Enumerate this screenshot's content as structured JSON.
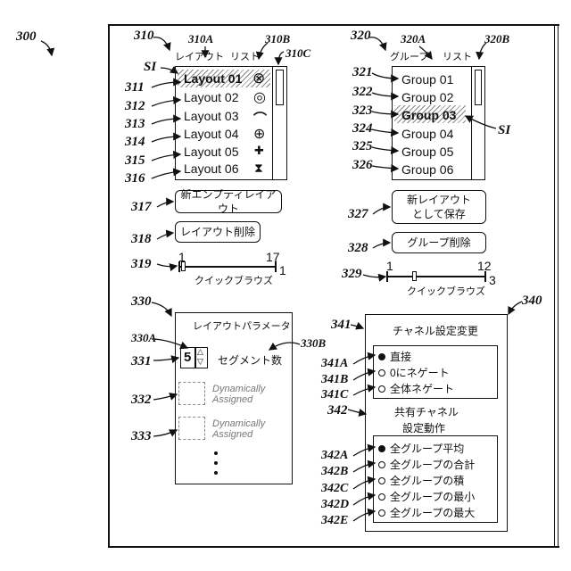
{
  "figure_ref": "300",
  "panel_310": {
    "ref": "310",
    "ref_a": "310A",
    "ref_b": "310B",
    "ref_c": "310C",
    "header_a": "レイアウト",
    "header_b": "リスト",
    "si": "SI",
    "items": [
      {
        "ref": "311",
        "label": "Layout 01",
        "icon": "circle-x-icon",
        "glyph": "⊗",
        "selected": true
      },
      {
        "ref": "312",
        "label": "Layout 02",
        "icon": "double-circle-icon",
        "glyph": "◎",
        "selected": false
      },
      {
        "ref": "313",
        "label": "Layout 03",
        "icon": "arc-icon",
        "glyph": "⌒",
        "selected": false
      },
      {
        "ref": "314",
        "label": "Layout 04",
        "icon": "circle-plus-icon",
        "glyph": "⊕",
        "selected": false
      },
      {
        "ref": "315",
        "label": "Layout 05",
        "icon": "cross-icon",
        "glyph": "✚",
        "selected": false
      },
      {
        "ref": "316",
        "label": "Layout 06",
        "icon": "hourglass-icon",
        "glyph": "⧗",
        "selected": false
      }
    ],
    "btn_317": {
      "ref": "317",
      "label": "新エンプティレイアウト"
    },
    "btn_318": {
      "ref": "318",
      "label": "レイアウト削除"
    },
    "browse": {
      "ref": "319",
      "min": "1",
      "max": "17",
      "current": "1",
      "label": "クイックブラウズ"
    }
  },
  "panel_320": {
    "ref": "320",
    "ref_a": "320A",
    "ref_b": "320B",
    "header_a": "グループ",
    "header_b": "リスト",
    "si": "SI",
    "items": [
      {
        "ref": "321",
        "label": "Group 01",
        "selected": false
      },
      {
        "ref": "322",
        "label": "Group 02",
        "selected": false
      },
      {
        "ref": "323",
        "label": "Group 03",
        "selected": true
      },
      {
        "ref": "324",
        "label": "Group 04",
        "selected": false
      },
      {
        "ref": "325",
        "label": "Group 05",
        "selected": false
      },
      {
        "ref": "326",
        "label": "Group 06",
        "selected": false
      }
    ],
    "btn_327": {
      "ref": "327",
      "label_line1": "新レイアウト",
      "label_line2": "として保存"
    },
    "btn_328": {
      "ref": "328",
      "label": "グループ削除"
    },
    "browse": {
      "ref": "329",
      "min": "1",
      "max": "12",
      "current": "3",
      "label": "クイックブラウズ"
    }
  },
  "panel_330": {
    "ref": "330",
    "ref_a": "330A",
    "ref_b": "330B",
    "title": "レイアウトパラメータ",
    "seg_ref": "331",
    "seg_value": "5",
    "seg_label": "セグメント数",
    "dyn": [
      {
        "ref": "332",
        "line1": "Dynamically",
        "line2": "Assigned"
      },
      {
        "ref": "333",
        "line1": "Dynamically",
        "line2": "Assigned"
      }
    ]
  },
  "panel_340": {
    "ref": "340",
    "title_ref": "341",
    "title": "チャネル設定変更",
    "channel_options": [
      {
        "ref": "341A",
        "label": "直接",
        "checked": true
      },
      {
        "ref": "341B",
        "label": "0にネゲート",
        "checked": false
      },
      {
        "ref": "341C",
        "label": "全体ネゲート",
        "checked": false
      }
    ],
    "shared_ref": "342",
    "shared_line1": "共有チャネル",
    "shared_line2": "設定動作",
    "shared_options": [
      {
        "ref": "342A",
        "label": "全グループ平均",
        "checked": true
      },
      {
        "ref": "342B",
        "label": "全グループの合計",
        "checked": false
      },
      {
        "ref": "342C",
        "label": "全グループの積",
        "checked": false
      },
      {
        "ref": "342D",
        "label": "全グループの最小",
        "checked": false
      },
      {
        "ref": "342E",
        "label": "全グループの最大",
        "checked": false
      }
    ]
  }
}
